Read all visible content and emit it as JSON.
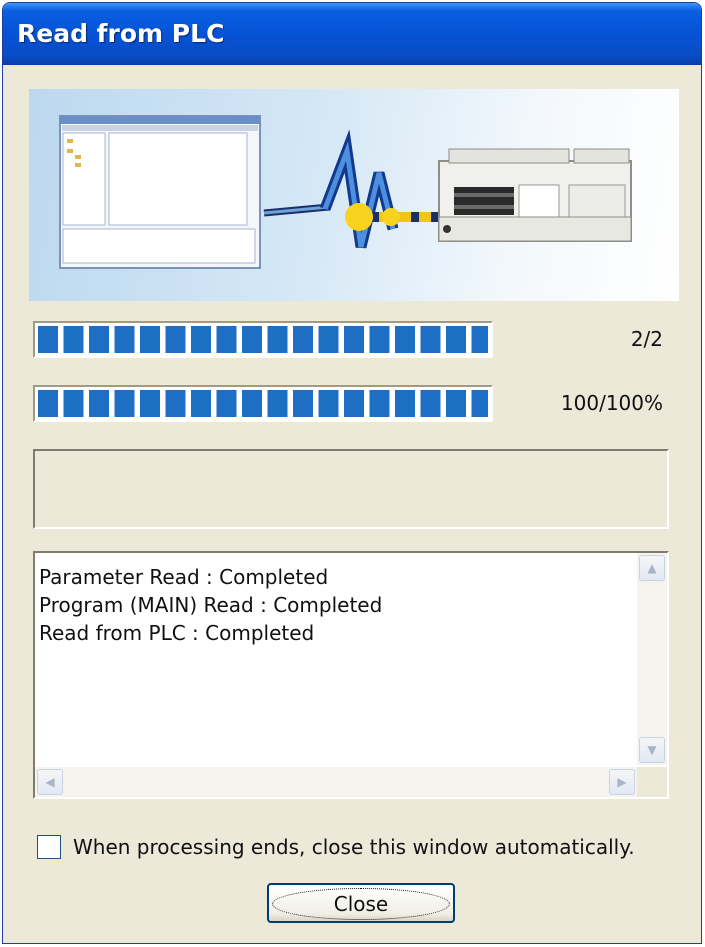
{
  "window": {
    "title": "Read from PLC"
  },
  "progress": [
    {
      "label": "2/2",
      "value": 1.0
    },
    {
      "label": "100/100%",
      "value": 1.0
    }
  ],
  "status": {
    "text": ""
  },
  "log": {
    "lines": [
      "Parameter Read : Completed",
      "Program (MAIN) Read : Completed",
      "Read from PLC : Completed"
    ]
  },
  "auto_close": {
    "label": "When processing ends, close this window automatically.",
    "checked": false
  },
  "buttons": {
    "close_label": "Close"
  },
  "icons": {
    "scroll_up": "scroll-up-arrow-icon",
    "scroll_down": "scroll-down-arrow-icon",
    "scroll_left": "scroll-left-arrow-icon",
    "scroll_right": "scroll-right-arrow-icon"
  },
  "colors": {
    "progress_fill": "#1d6fc4",
    "titlebar": "#0553d6"
  }
}
